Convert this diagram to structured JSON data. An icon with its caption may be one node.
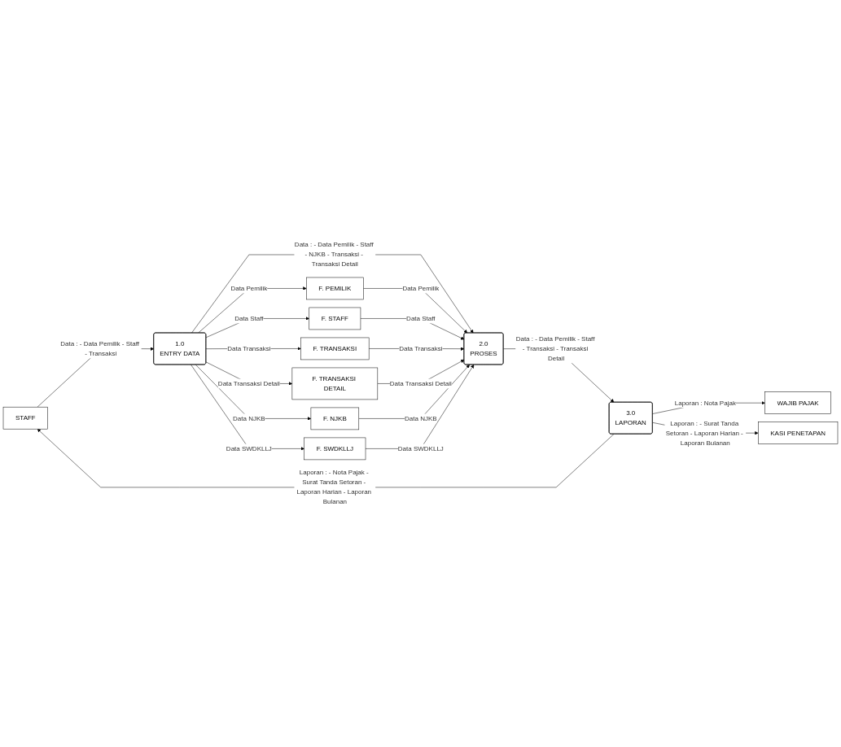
{
  "diagram": {
    "nodes": [
      {
        "text": [
          "STAFF"
        ]
      },
      {
        "text": [
          "1.0",
          "ENTRY DATA"
        ]
      },
      {
        "text": [
          "F. PEMILIK"
        ]
      },
      {
        "text": [
          "F. STAFF"
        ]
      },
      {
        "text": [
          "F. NJKB"
        ]
      },
      {
        "text": [
          "F. TRANSAKSI"
        ]
      },
      {
        "text": [
          "F. TRANSAKSI DETAIL"
        ]
      },
      {
        "text": [
          "F. SWDKLLJ"
        ]
      },
      {
        "text": [
          "2.0",
          "PROSES"
        ]
      },
      {
        "text": [
          "3.0",
          "LAPORAN"
        ]
      },
      {
        "text": [
          "WAJIB PAJAK"
        ]
      },
      {
        "text": [
          "KASI PENETAPAN"
        ]
      }
    ],
    "edges": [
      {
        "from": 0,
        "to": 1,
        "arrow": "to",
        "label": "Data : - Data Pemilik - Staff - Transaksi"
      },
      {
        "from": 1,
        "to": 2,
        "arrow": "to",
        "label": "Data Pemilik"
      },
      {
        "from": 1,
        "to": 3,
        "arrow": "to",
        "label": "Data Staff"
      },
      {
        "from": 1,
        "to": 4,
        "arrow": "to",
        "label": "Data NJKB"
      },
      {
        "from": 1,
        "to": 5,
        "arrow": "to",
        "label": "Data Transaksi"
      },
      {
        "from": 1,
        "to": 6,
        "arrow": "to",
        "label": "Data Transaksi Detail"
      },
      {
        "from": 1,
        "to": 7,
        "arrow": "to",
        "label": "Data SWDKLLJ"
      },
      {
        "from": 1,
        "to": 8,
        "arrow": "to",
        "label": "Data : - Data Pemilik - Staff - NJKB - Transaksi - Transaksi Detail"
      },
      {
        "from": 2,
        "to": 8,
        "arrow": "to",
        "label": "Data Pemilik"
      },
      {
        "from": 3,
        "to": 8,
        "arrow": "to",
        "label": "Data Staff"
      },
      {
        "from": 5,
        "to": 8,
        "arrow": "to",
        "label": "Data Transaksi"
      },
      {
        "from": 6,
        "to": 8,
        "arrow": "to",
        "label": "Data Transaksi Detail"
      },
      {
        "from": 4,
        "to": 8,
        "arrow": "to",
        "label": "Data NJKB"
      },
      {
        "from": 7,
        "to": 8,
        "arrow": "to",
        "label": "Data SWDKLLJ"
      },
      {
        "from": 8,
        "to": 9,
        "arrow": "to",
        "label": "Data : - Data Pemilik - Staff - Transaksi - Transaksi Detail"
      },
      {
        "from": 9,
        "to": 0,
        "arrow": "to",
        "label": "Laporan : - Nota Pajak - Surat Tanda Setoran - Laporan Harian - Laporan Bulanan"
      },
      {
        "from": 9,
        "to": 10,
        "arrow": "to",
        "label": "Laporan : Nota Pajak"
      },
      {
        "from": 9,
        "to": 11,
        "arrow": "to",
        "label": "Laporan : - Surat Tanda Setoran - Laporan Harian - Laporan Bulanan"
      }
    ]
  }
}
